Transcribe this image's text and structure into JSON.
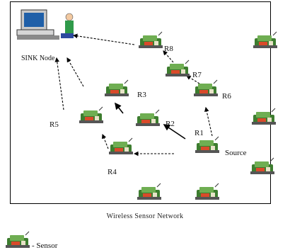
{
  "diagram": {
    "sink_label": "SINK Node",
    "caption": "Wireless Sensor Network",
    "legend_text": "- Sensor",
    "relay_labels": {
      "r1": "R1",
      "r2": "R2",
      "r3": "R3",
      "r4": "R4",
      "r5": "R5",
      "r6": "R6",
      "r7": "R7",
      "r8": "R8"
    },
    "source_label": "Source",
    "colors": {
      "sensor_body": "#3d7d2f",
      "sensor_board": "#d94a2a",
      "arrow": "#000000",
      "sink_monitor": "#1f5fa8",
      "sink_person": "#2f9a4a"
    }
  }
}
